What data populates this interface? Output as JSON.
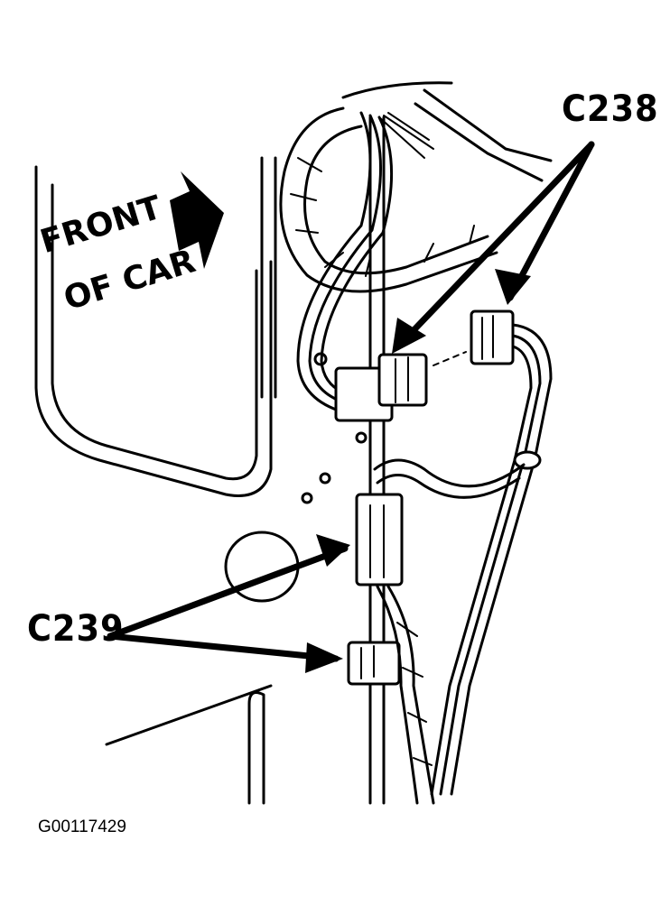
{
  "callouts": {
    "upper_connector": "C238",
    "lower_connector": "C239"
  },
  "direction_label": {
    "line1": "FRONT",
    "line2": "OF CAR"
  },
  "figure_code": "G00117429",
  "icons": {
    "direction": "arrow-right-icon",
    "callout": "pointer-arrow-icon"
  },
  "colors": {
    "ink": "#000000",
    "paper": "#ffffff"
  }
}
